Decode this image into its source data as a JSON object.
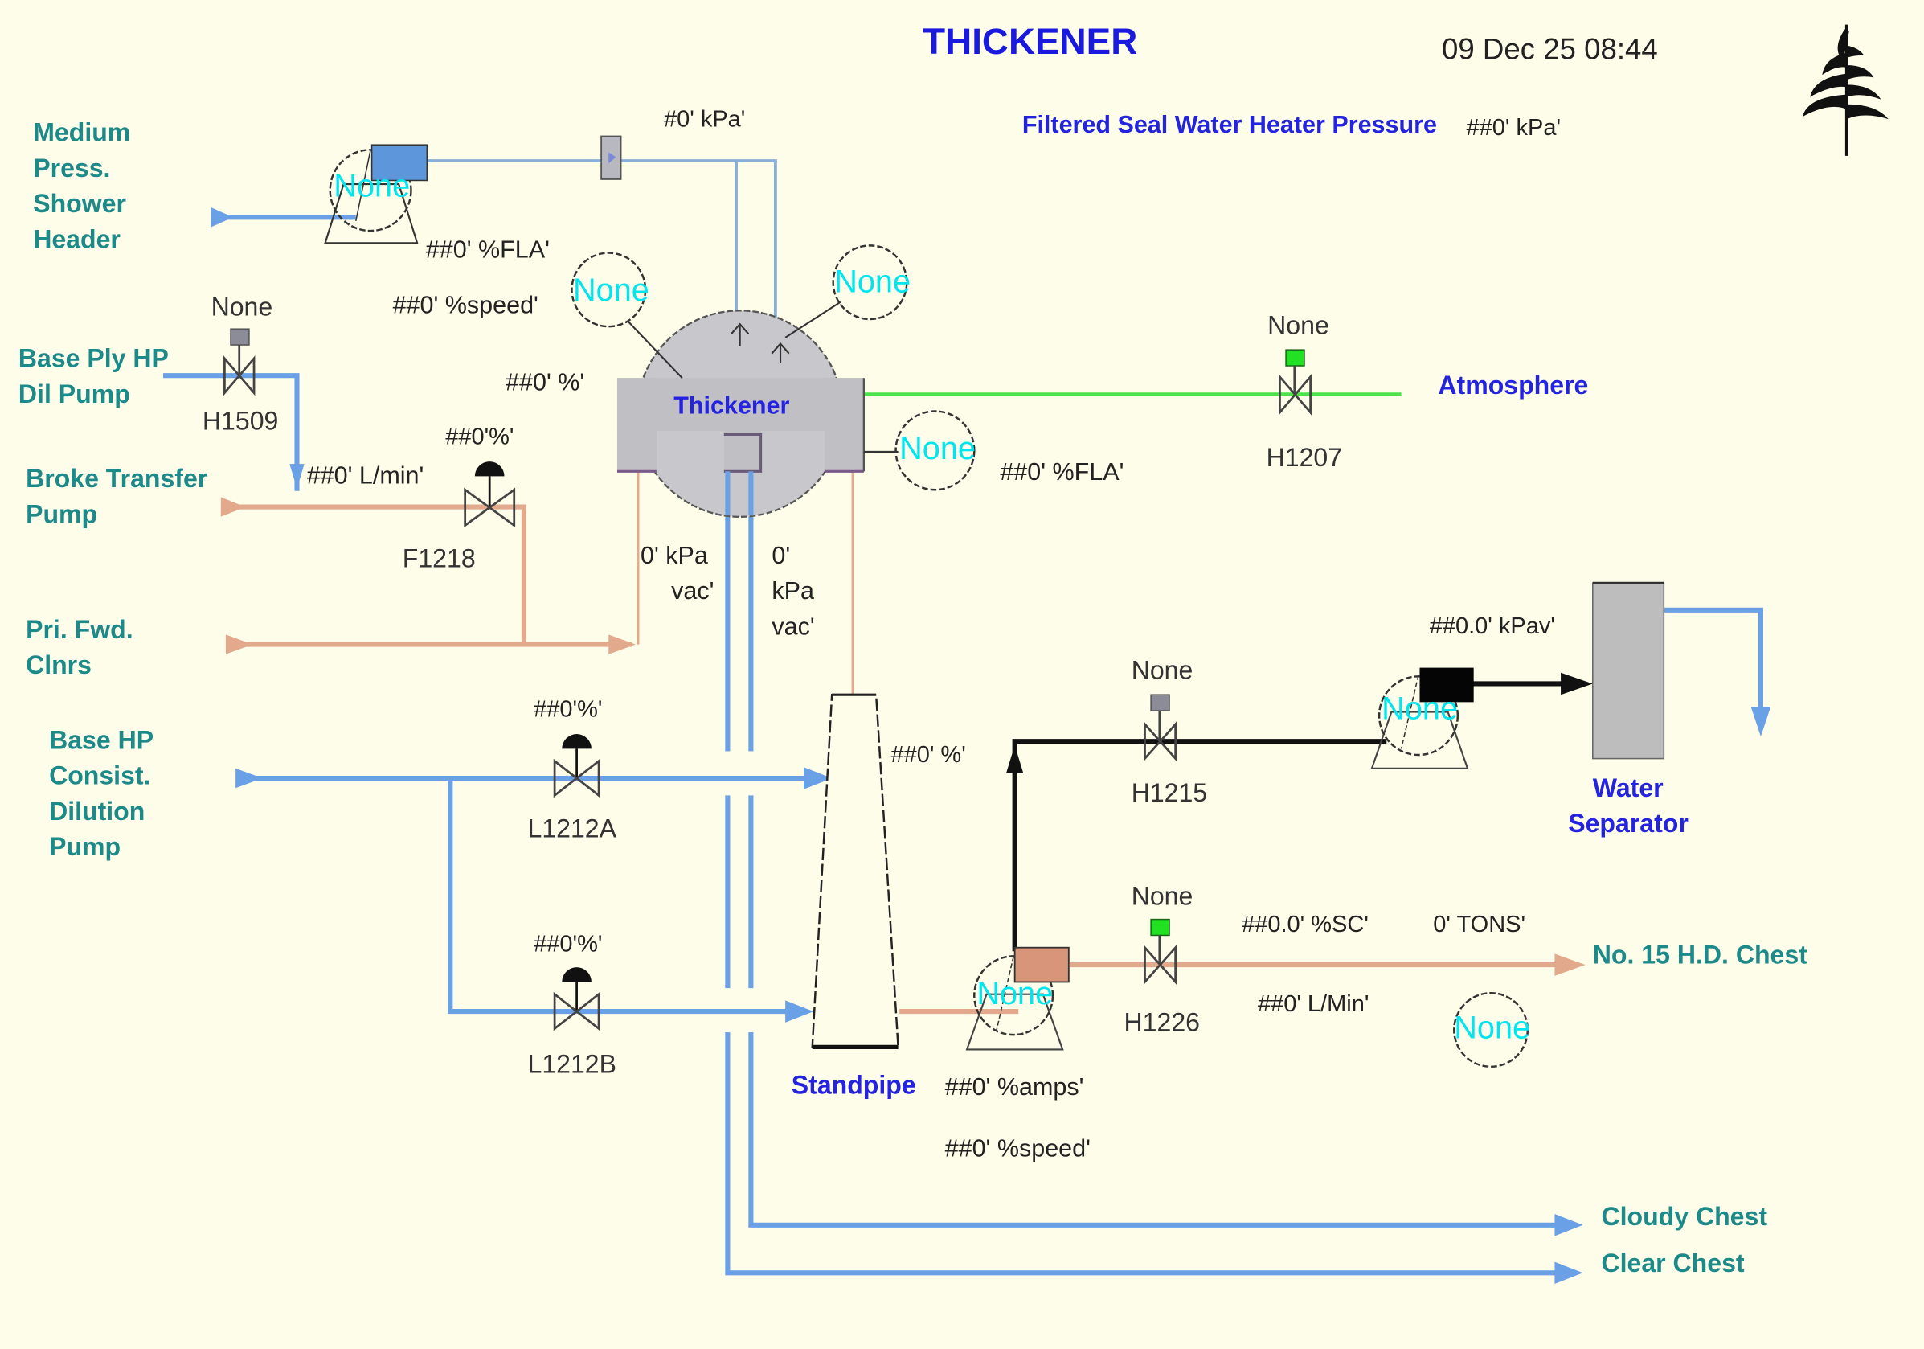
{
  "header": {
    "title": "THICKENER",
    "timestamp": "09 Dec 25 08:44",
    "logo": "fern-logo-icon",
    "seal_water_label": "Filtered Seal Water Heater Pressure",
    "seal_water_value": "##0'  kPa'"
  },
  "sources": {
    "medium_press": [
      "Medium",
      "Press.",
      "Shower",
      "Header"
    ],
    "base_ply": [
      "Base Ply HP",
      "Dil Pump"
    ],
    "broke_transfer": [
      "Broke Transfer",
      "Pump"
    ],
    "pri_fwd": [
      "Pri. Fwd.",
      "Clnrs"
    ],
    "base_hp": [
      "Base HP",
      "Consist.",
      "Dilution",
      "Pump"
    ]
  },
  "destinations": {
    "atmosphere": "Atmosphere",
    "water_separator": [
      "Water",
      "Separator"
    ],
    "hd_chest": "No. 15 H.D. Chest",
    "cloudy_chest": "Cloudy Chest",
    "clear_chest": "Clear Chest"
  },
  "equipment": {
    "thickener": "Thickener",
    "standpipe": "Standpipe"
  },
  "valves": {
    "h1509": {
      "tag": "H1509",
      "state": "None",
      "indicator_color": "#8c8c98"
    },
    "f1218": {
      "tag": "F1218",
      "output": "##0'%'"
    },
    "h1207": {
      "tag": "H1207",
      "state": "None",
      "indicator_color": "#22e022"
    },
    "l1212a": {
      "tag": "L1212A",
      "output": "##0'%'"
    },
    "l1212b": {
      "tag": "L1212B",
      "output": "##0'%'"
    },
    "h1215": {
      "tag": "H1215",
      "state": "None",
      "indicator_color": "#8c8c98"
    },
    "h1226": {
      "tag": "H1226",
      "state": "None",
      "indicator_color": "#22e022"
    }
  },
  "readings": {
    "shower_kpa": "#0'  kPa'",
    "shower_pump_fla": "##0' %FLA'",
    "shower_pump_speed": "##0' %speed'",
    "thickener_pct": "##0' %'",
    "broke_flow": "##0' L/min'",
    "thickener_motor_fla": "##0' %FLA'",
    "vac_left": [
      "0'  kPa",
      "vac'"
    ],
    "vac_right": [
      "0'",
      "kPa",
      "vac'"
    ],
    "standpipe_level": "##0' %'",
    "separator_vac": "##0.0' kPav'",
    "consistency": "##0.0' %SC'",
    "tons": "0' TONS'",
    "hd_flow": "##0' L/Min'",
    "stock_pump_amps": "##0' %amps'",
    "stock_pump_speed": "##0' %speed'"
  },
  "status_indicators": {
    "shower_pump": "None",
    "thickener_left": "None",
    "thickener_right": "None",
    "thickener_motor": "None",
    "vacuum_pump": "None",
    "stock_pump": "None",
    "hd_chest_indicator": "None"
  },
  "colors": {
    "background": "#fefde9",
    "water_pipe": "#6aa0e6",
    "stock_pipe": "#e3a98c",
    "vent_pipe": "#4be34b",
    "title": "#1a1adf",
    "label_teal": "#1d8a8a",
    "status_cyan": "#00e5ee"
  }
}
